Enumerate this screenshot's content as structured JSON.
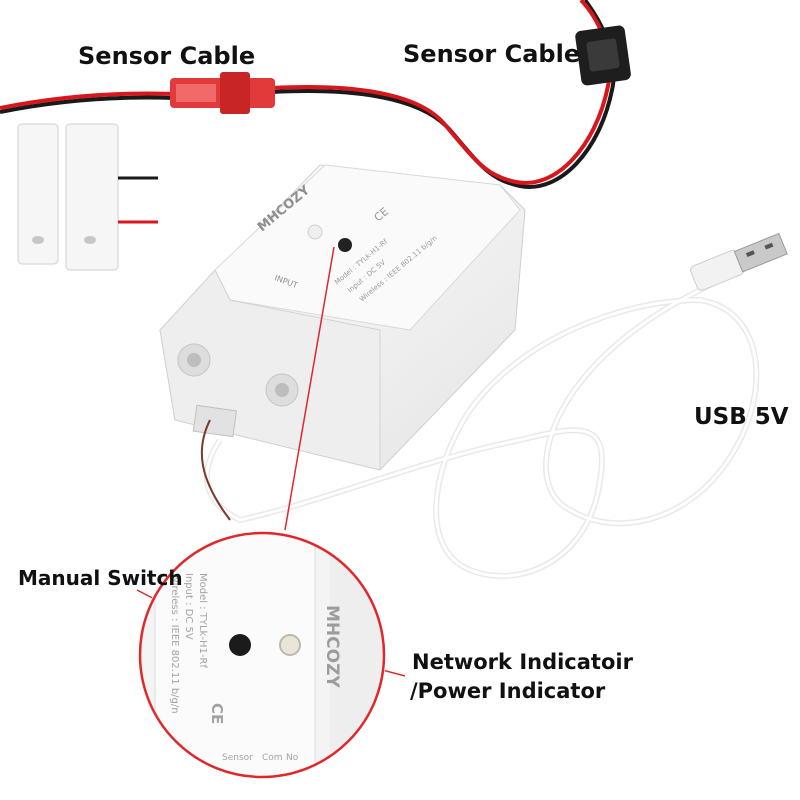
{
  "labels": {
    "sensor_cable_left": "Sensor Cable",
    "sensor_cable_right": "Sensor Cable",
    "usb": "USB 5V",
    "manual_switch": "Manual Switch",
    "network_indicator": "Network  Indicatoir",
    "power_indicator": "/Power Indicator"
  },
  "device": {
    "brand": "MHCOZY",
    "model_line": "Model : TYLk-H1-Rf",
    "input_line": "Input : DC 5V",
    "wireless_line": "Wireless : IEEE 802.11 b/g/n",
    "input_tab": "INPUT",
    "ce_mark": "CE",
    "terminal_labels": [
      "Sensor",
      "Com",
      "No"
    ]
  },
  "colors": {
    "cable_red": "#d8161c",
    "cable_black": "#1a1a1a",
    "connector_red": "#e23a3a",
    "device_white": "#f4f4f4",
    "callout_red": "#e0282c"
  }
}
